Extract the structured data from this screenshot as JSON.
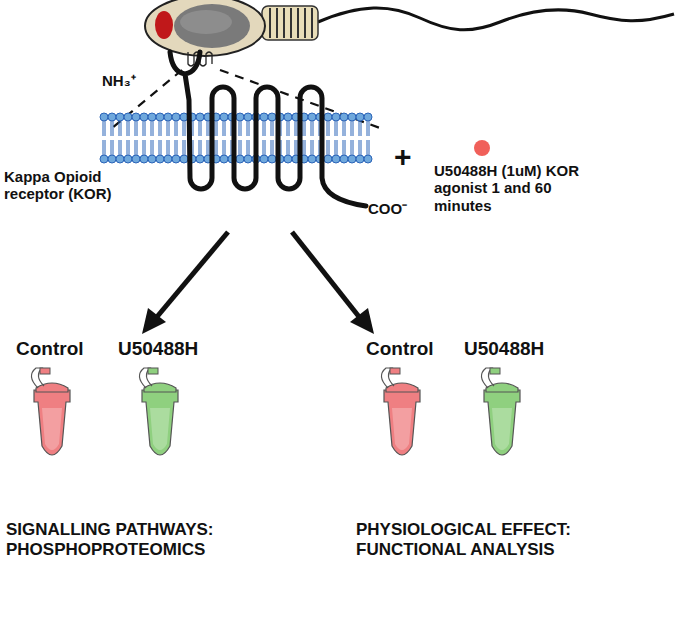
{
  "diagram": {
    "labels": [
      "Kappa Opioid receptor (KOR)",
      "NH₃⁺",
      "COO⁻",
      "+",
      "U50488H (1uM) KOR agonist 1 and 60 minutes",
      "Control",
      "U50488H",
      "Control",
      "U50488H",
      "SIGNALLING PATHWAYS: PHOSPHOPROTEOMICS",
      "PHYSIOLOGICAL EFFECT: FUNCTIONAL ANALYSIS"
    ]
  }
}
